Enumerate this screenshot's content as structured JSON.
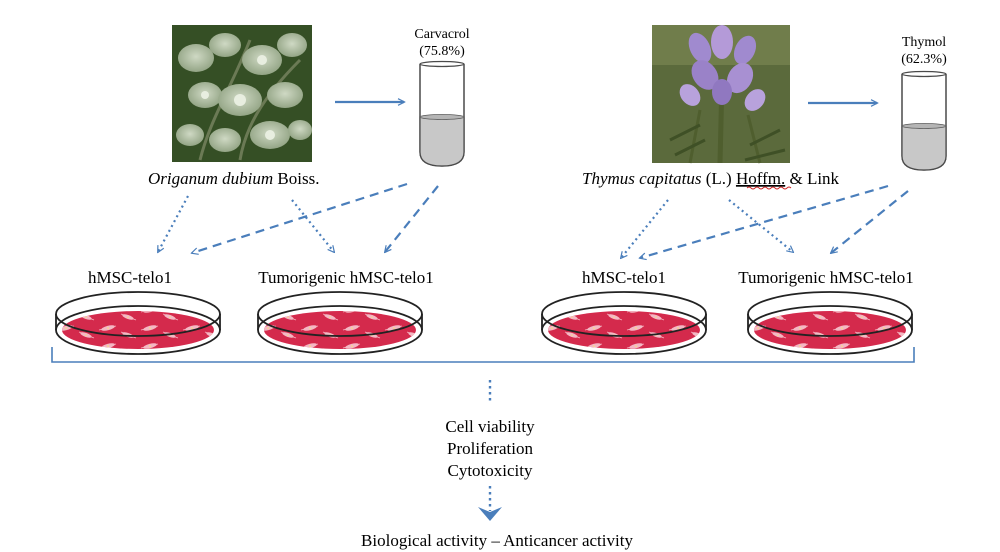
{
  "left": {
    "species_italic": "Origanum dubium",
    "species_author": " Boiss.",
    "compound_name": "Carvacrol",
    "compound_percent": "(75.8%)",
    "dish_labels": [
      "hMSC-telo1",
      "Tumorigenic hMSC-telo1"
    ]
  },
  "right": {
    "species_italic": "Thymus capitatus",
    "species_author_1": " (L.) ",
    "species_author_2": "Hoffm.",
    "species_author_3": " & Link",
    "compound_name": "Thymol",
    "compound_percent": "(62.3%)",
    "dish_labels": [
      "hMSC-telo1",
      "Tumorigenic hMSC-telo1"
    ]
  },
  "assays": [
    "Cell viability",
    "Proliferation",
    "Cytotoxicity"
  ],
  "conclusion": "Biological activity – Anticancer activity",
  "colors": {
    "arrow": "#4a7ebb",
    "dish_medium": "#d42a4c",
    "tube_liquid": "#c8c8c8",
    "oregano_background": "#3d5a2a",
    "thyme_flower": "#a08acf"
  },
  "icons": [
    "oregano-plant-photo",
    "thyme-plant-photo",
    "test-tube-icon",
    "petri-dish-icon"
  ]
}
